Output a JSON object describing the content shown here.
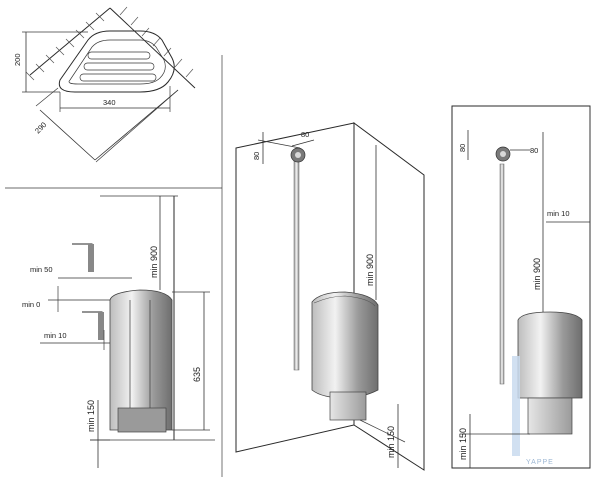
{
  "top_view": {
    "label_200": "200",
    "label_340": "340",
    "label_290": "290"
  },
  "side_view": {
    "label_min_50": "min 50",
    "label_min_0": "min 0",
    "label_min_10": "min 10",
    "label_min_900": "min 900",
    "label_635": "635",
    "label_min_150": "min 150"
  },
  "corner_view": {
    "label_80_v": "80",
    "label_80_h": "80",
    "label_min_900": "min 900",
    "label_min_150": "min 150"
  },
  "wall_view": {
    "label_80_v": "80",
    "label_80_h": "80",
    "label_min_10": "min 10",
    "label_min_900": "min 900",
    "label_min_150": "min 150"
  },
  "watermark": "YAPPE"
}
